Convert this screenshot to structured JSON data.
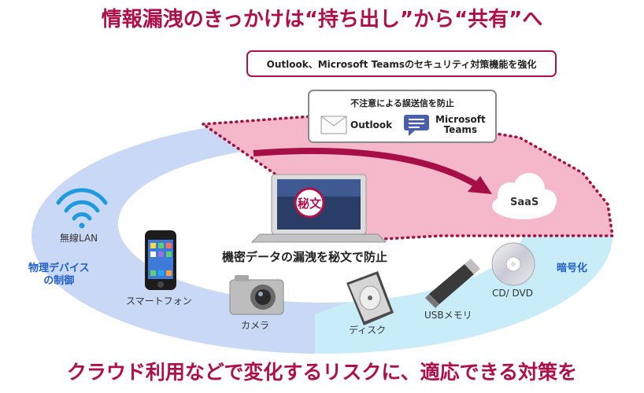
{
  "title": "情報漏洩のきっかけは“持ち出し”から“共有”へ",
  "subtitle": "クラウド利用などで変化するリスクに、適応できる対策を",
  "callout": "Outlook、Microsoft Teamsのセキュリティ対策機能を強化",
  "prevention": {
    "header": "不注意による誤送信を防止",
    "apps": {
      "outlook": "Outlook",
      "teams_line1": "Microsoft",
      "teams_line2": "Teams"
    }
  },
  "center_label": "機密データの漏洩を秘文で防止",
  "cloud_label": "SaaS",
  "left_section": {
    "line1": "物理デバイス",
    "line2": "の制御"
  },
  "right_section": "暗号化",
  "devices": {
    "wifi": "無線LAN",
    "phone": "スマートフォン",
    "camera": "カメラ",
    "disk": "ディスク",
    "usb": "USBメモリ",
    "cd": "CD/ DVD"
  },
  "logo_text": "秘文",
  "colors": {
    "accent": "#b0104a",
    "blue": "#1f5fcf",
    "pink": "#f2b6c8",
    "lightblue": "#c9d8f5",
    "cyan": "#c8ecf8"
  }
}
